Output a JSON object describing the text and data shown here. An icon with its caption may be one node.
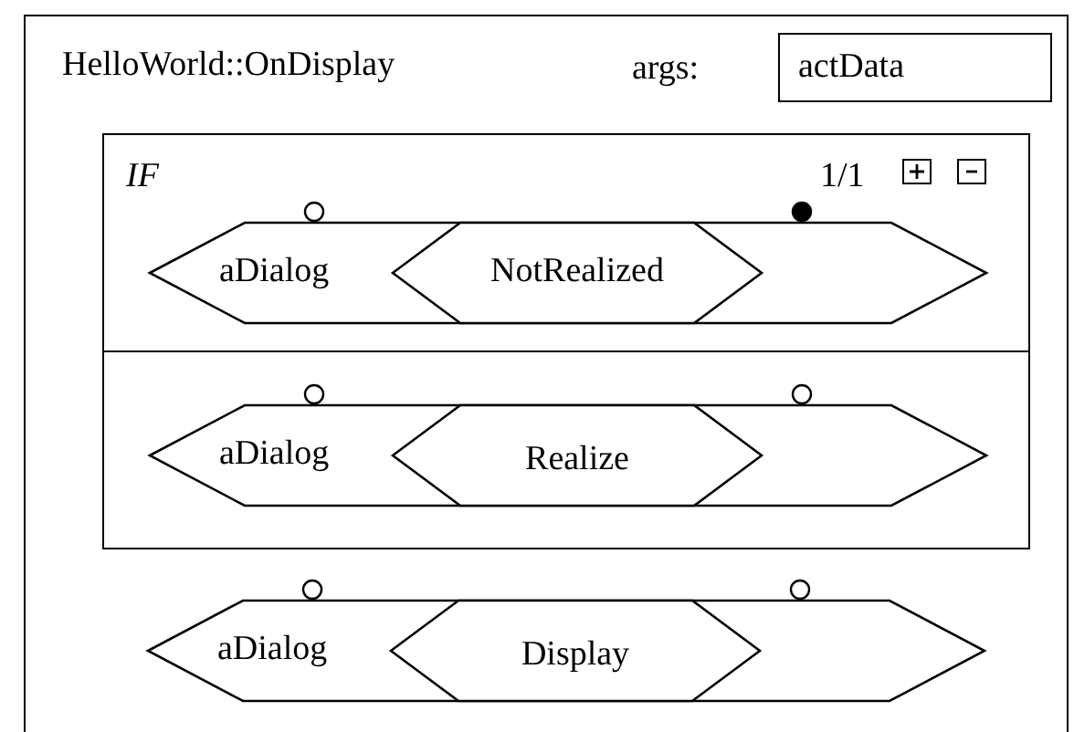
{
  "diagram": {
    "nodes": [
      {
        "text": [
          "HelloWorld::OnDisplay"
        ]
      },
      {
        "text": [
          "actData"
        ],
        "in": 0,
        "beside": [
          "args:"
        ]
      },
      {
        "text": [
          "IF",
          "1/1"
        ],
        "in": 0
      },
      {
        "text": [
          "aDialog"
        ],
        "in": 2
      },
      {
        "text": [
          "NotRealized"
        ],
        "in": 3
      },
      {
        "text": [
          "aDialog"
        ],
        "in": 2
      },
      {
        "text": [
          "Realize"
        ],
        "in": 5
      },
      {
        "text": [
          "aDialog"
        ],
        "in": 0
      },
      {
        "text": [
          "Display"
        ],
        "in": 7
      }
    ],
    "edges": []
  }
}
